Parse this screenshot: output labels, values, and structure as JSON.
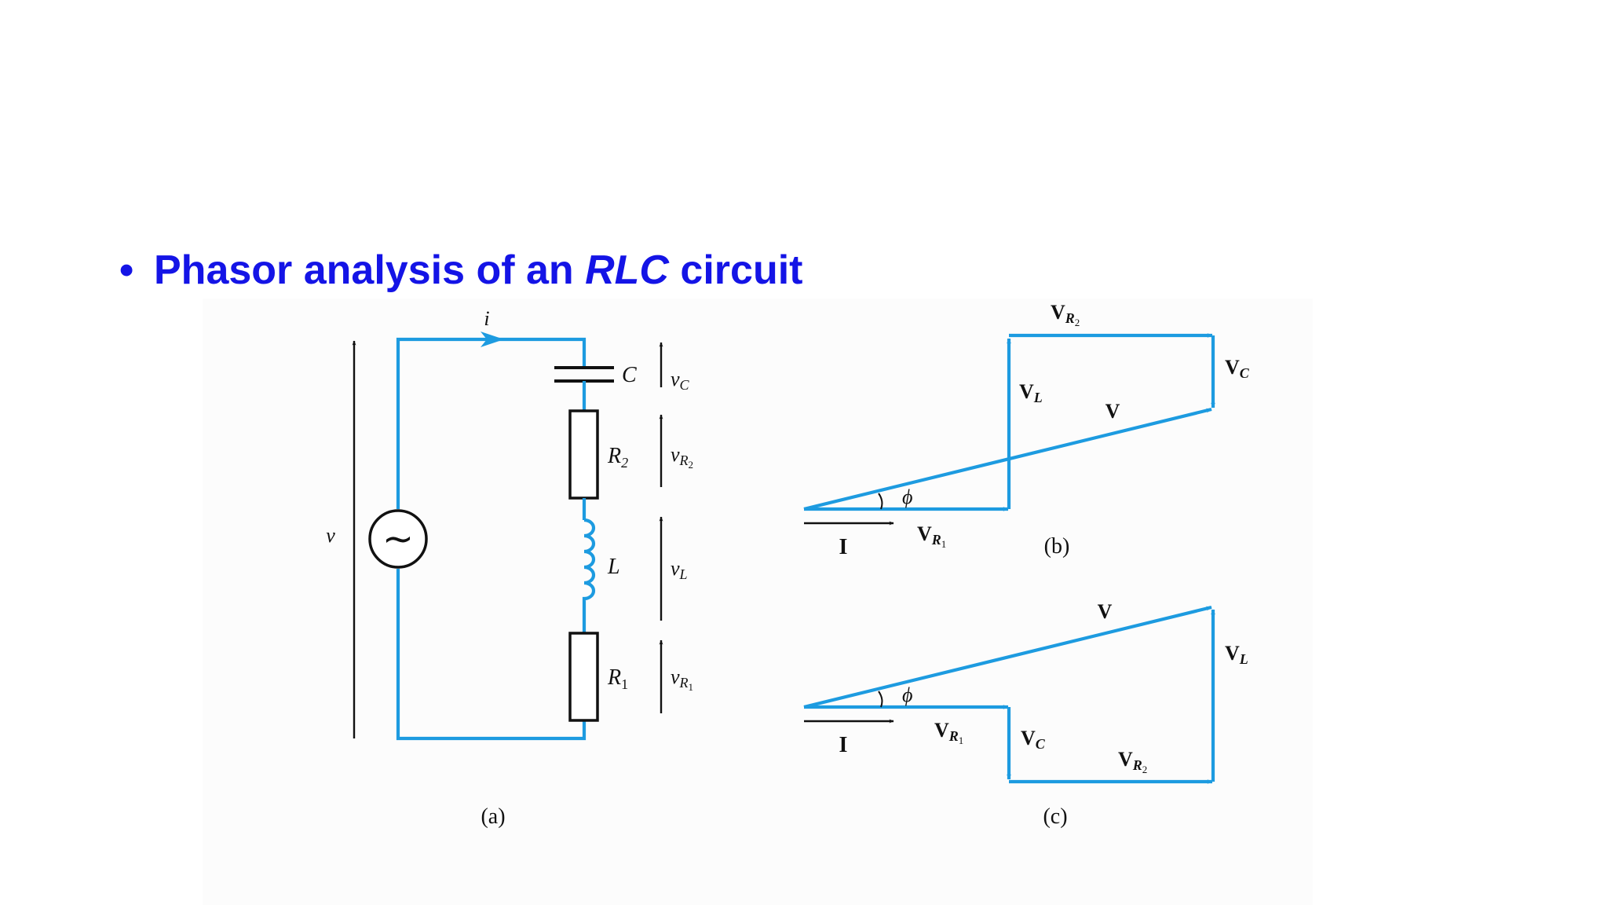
{
  "slide": {
    "bullet": "•",
    "title_part1": "Phasor analysis of an ",
    "title_italic": "RLC",
    "title_part2": " circuit"
  },
  "colors": {
    "title": "#1414e6",
    "wire": "#1d9be0",
    "ink": "#111111"
  },
  "circuit": {
    "current": "i",
    "source_voltage": "v",
    "source_symbol": "∼",
    "capacitor": "C",
    "resistor2_base": "R",
    "resistor2_sub": "2",
    "inductor": "L",
    "resistor1_base": "R",
    "resistor1_sub": "1",
    "vC_base": "v",
    "vC_sub": "C",
    "vR2_base": "v",
    "vR2_sub": "R",
    "vR2_subsub": "2",
    "vL_base": "v",
    "vL_sub": "L",
    "vR1_base": "v",
    "vR1_sub": "R",
    "vR1_subsub": "1",
    "caption": "(a)"
  },
  "phasor_b": {
    "I": "I",
    "phi": "ϕ",
    "VR1_base": "V",
    "VR1_sub": "R",
    "VR1_subsub": "1",
    "VL_base": "V",
    "VL_sub": "L",
    "VR2_base": "V",
    "VR2_sub": "R",
    "VR2_subsub": "2",
    "VC_base": "V",
    "VC_sub": "C",
    "V": "V",
    "caption": "(b)"
  },
  "phasor_c": {
    "I": "I",
    "phi": "ϕ",
    "VR1_base": "V",
    "VR1_sub": "R",
    "VR1_subsub": "1",
    "VC_base": "V",
    "VC_sub": "C",
    "VR2_base": "V",
    "VR2_sub": "R",
    "VR2_subsub": "2",
    "VL_base": "V",
    "VL_sub": "L",
    "V": "V",
    "caption": "(c)"
  }
}
